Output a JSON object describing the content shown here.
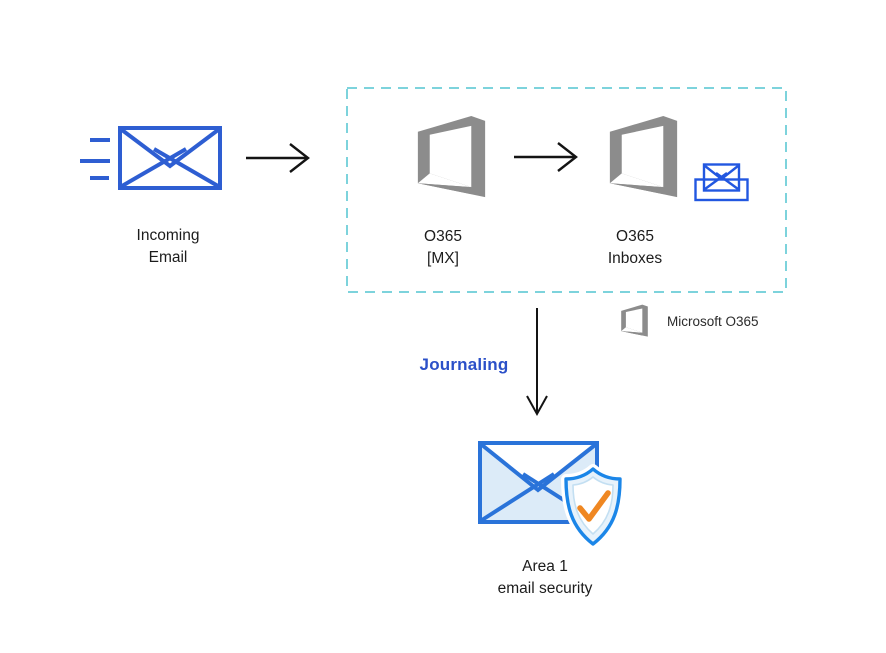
{
  "diagram": {
    "incoming": {
      "line1": "Incoming",
      "line2": "Email",
      "icon": "envelope-speed-icon"
    },
    "o365_mx": {
      "line1": "O365",
      "line2": "[MX]",
      "icon": "office-365-logo-icon"
    },
    "o365_inboxes": {
      "line1": "O365",
      "line2": "Inboxes",
      "icon": "office-365-logo-icon"
    },
    "area1": {
      "line1": "Area 1",
      "line2": "email security",
      "icon": "envelope-shield-check-icon"
    },
    "journaling_label": "Journaling",
    "legend": {
      "label": "Microsoft O365",
      "icon": "office-365-logo-icon"
    }
  },
  "colors": {
    "envelope_blue": "#2e5ed2",
    "office_gray": "#8c8c8c",
    "dash_teal": "#7dd3dc",
    "journaling_blue": "#2b50c8",
    "inbox_blue": "#2257e0",
    "area1_border": "#2a73d9",
    "area1_fill_light": "#dcebf8",
    "shield_blue": "#1b86e8",
    "shield_fill": "#e7f2fb",
    "check_orange": "#ef8722",
    "arrow_color": "#141414",
    "text_color": "#1c1c1c"
  }
}
